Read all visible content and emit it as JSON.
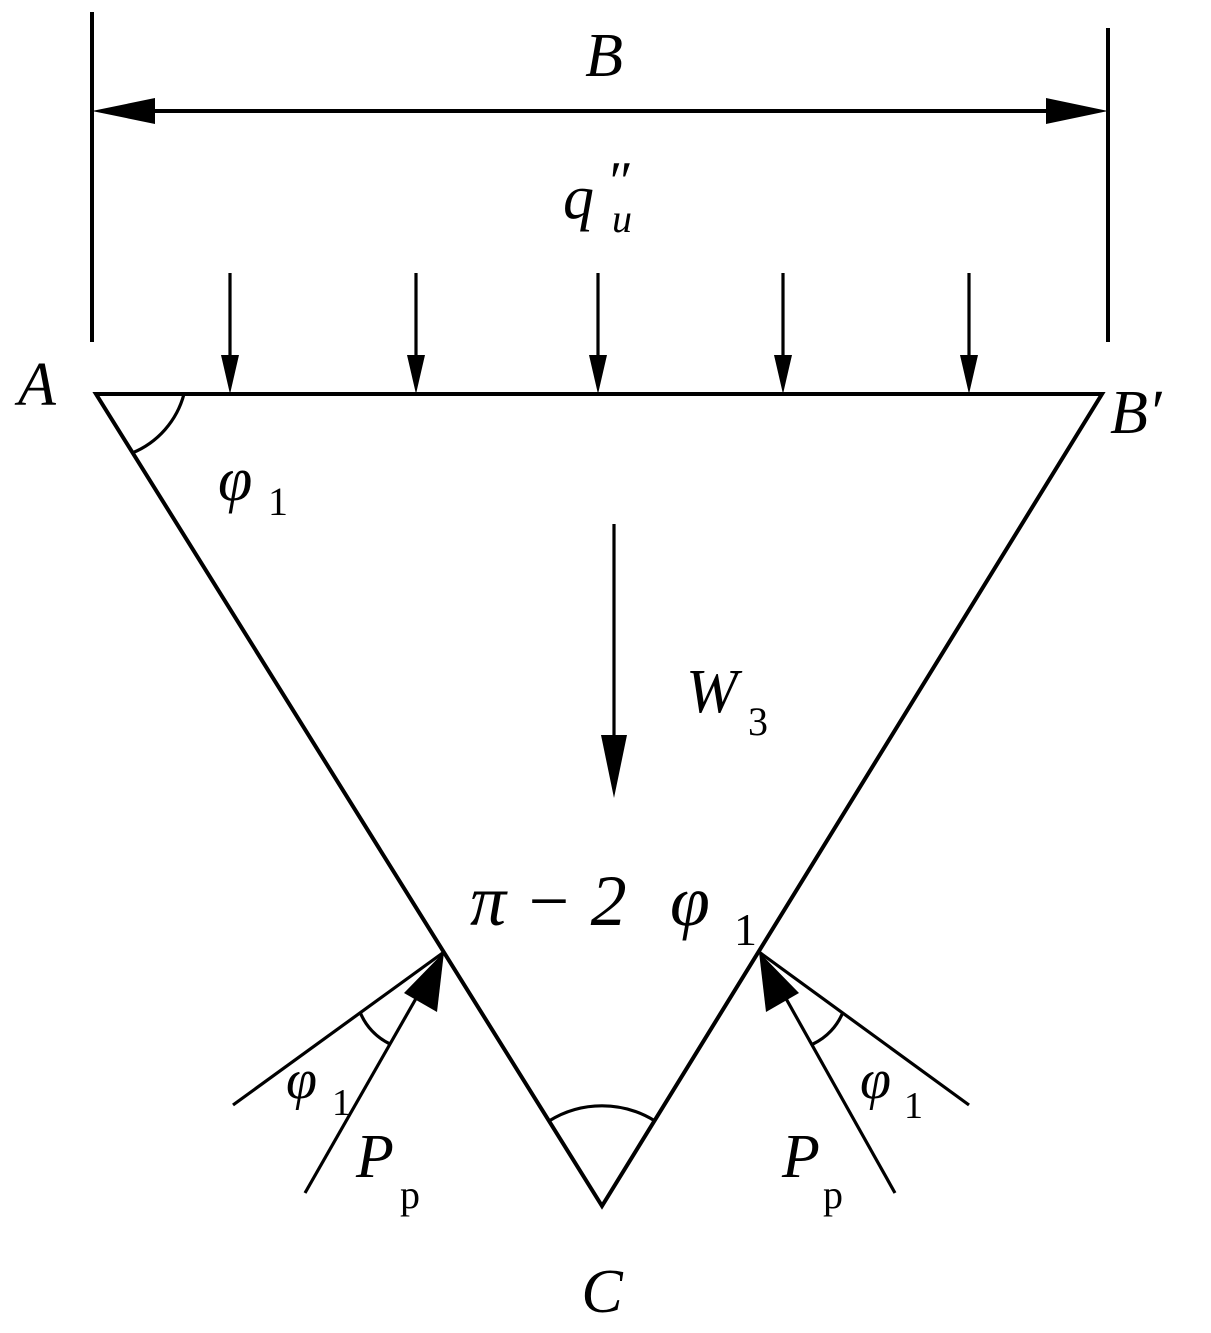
{
  "labels": {
    "width_B": "B",
    "load_q": "q",
    "load_q_sub": "u",
    "load_q_prime": "″",
    "point_A": "A",
    "point_B_prime": "B′",
    "point_C": "C",
    "angle_A": "φ",
    "angle_A_sub": "1",
    "weight": "W",
    "weight_sub": "3",
    "apex_angle_pi": "π − 2",
    "apex_angle_phi": "φ",
    "apex_angle_sub": "1",
    "left_angle": "φ",
    "left_angle_sub": "1",
    "right_angle": "φ",
    "right_angle_sub": "1",
    "left_force": "P",
    "left_force_sub": "p",
    "right_force": "P",
    "right_force_sub": "p"
  }
}
